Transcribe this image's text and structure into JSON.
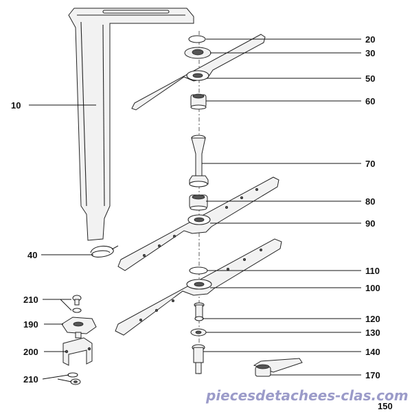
{
  "callouts": {
    "c10": "10",
    "c20": "20",
    "c30": "30",
    "c40": "40",
    "c50": "50",
    "c60": "60",
    "c70": "70",
    "c80": "80",
    "c90": "90",
    "c100": "100",
    "c110": "110",
    "c120": "120",
    "c130": "130",
    "c140": "140",
    "c150": "150",
    "c170": "170",
    "c190": "190",
    "c200": "200",
    "c210a": "210",
    "c210b": "210"
  },
  "watermark": "piecesdetachees-clas.com"
}
